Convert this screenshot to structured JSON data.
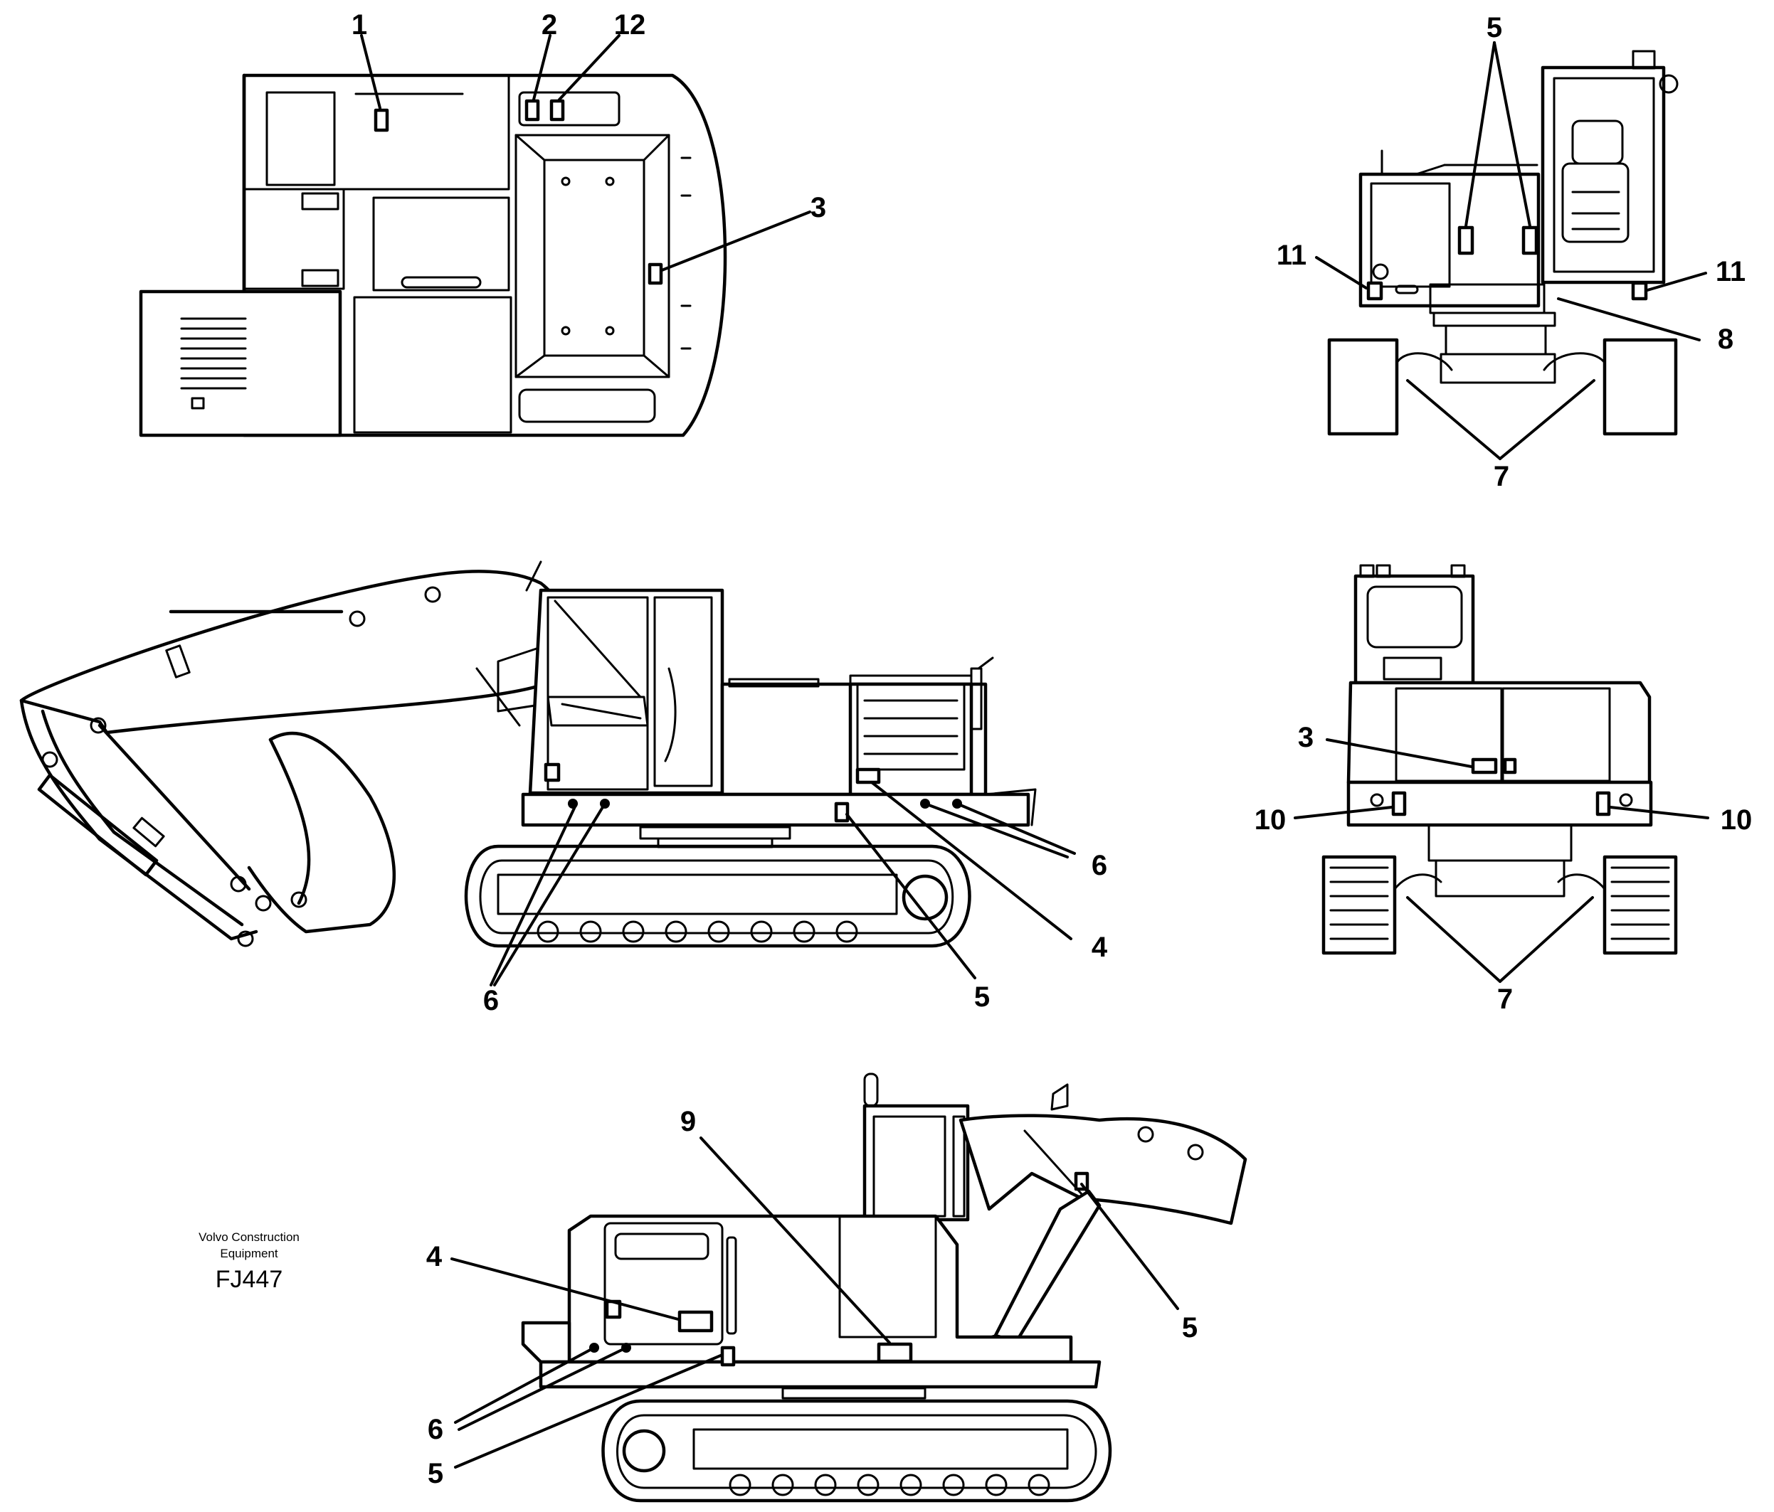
{
  "drawing": {
    "views": {
      "top": {
        "callouts": [
          "1",
          "2",
          "12",
          "3"
        ]
      },
      "front": {
        "callouts": [
          "5",
          "11",
          "11",
          "8",
          "7"
        ]
      },
      "left_side": {
        "callouts": [
          "6",
          "6",
          "5",
          "4"
        ]
      },
      "rear": {
        "callouts": [
          "3",
          "10",
          "10",
          "7"
        ]
      },
      "right_side": {
        "callouts": [
          "9",
          "4",
          "5",
          "6",
          "5"
        ]
      }
    },
    "credit": {
      "line1": "Volvo Construction",
      "line2": "Equipment",
      "code": "FJ447"
    }
  }
}
